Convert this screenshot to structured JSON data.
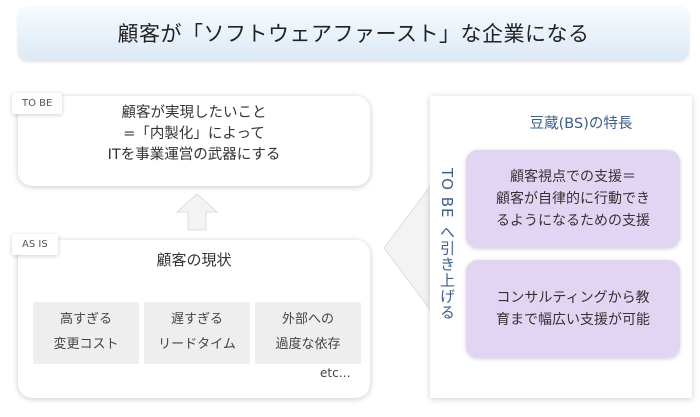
{
  "title": "顧客が「ソフトウェアファースト」な企業になる",
  "to_be": {
    "tag": "TO BE",
    "lines": [
      "顧客が実現したいこと",
      "=「内製化」によって",
      "ITを事業運営の武器にする"
    ]
  },
  "as_is": {
    "tag": "AS IS",
    "title": "顧客の現状",
    "issues": [
      {
        "line1": "高すぎる",
        "line2": "変更コスト"
      },
      {
        "line1": "遅すぎる",
        "line2": "リードタイム"
      },
      {
        "line1": "外部への",
        "line2": "過度な依存"
      }
    ],
    "etc": "etc…"
  },
  "bs": {
    "title": "豆蔵(BS)の特長",
    "vertical_label": "TO BE へ引き上げる",
    "features": [
      {
        "lines": [
          "顧客視点での支援＝",
          "顧客が自律的に行動でき",
          "るようになるための支援"
        ]
      },
      {
        "lines": [
          "コンサルティングから教",
          "育まで幅広い支援が可能"
        ]
      }
    ]
  },
  "colors": {
    "accent_text": "#3a5f8f",
    "feature_fill": "#e2d5f3",
    "issue_fill": "#eeeeee",
    "arrow_fill": "#f3f3f3"
  }
}
